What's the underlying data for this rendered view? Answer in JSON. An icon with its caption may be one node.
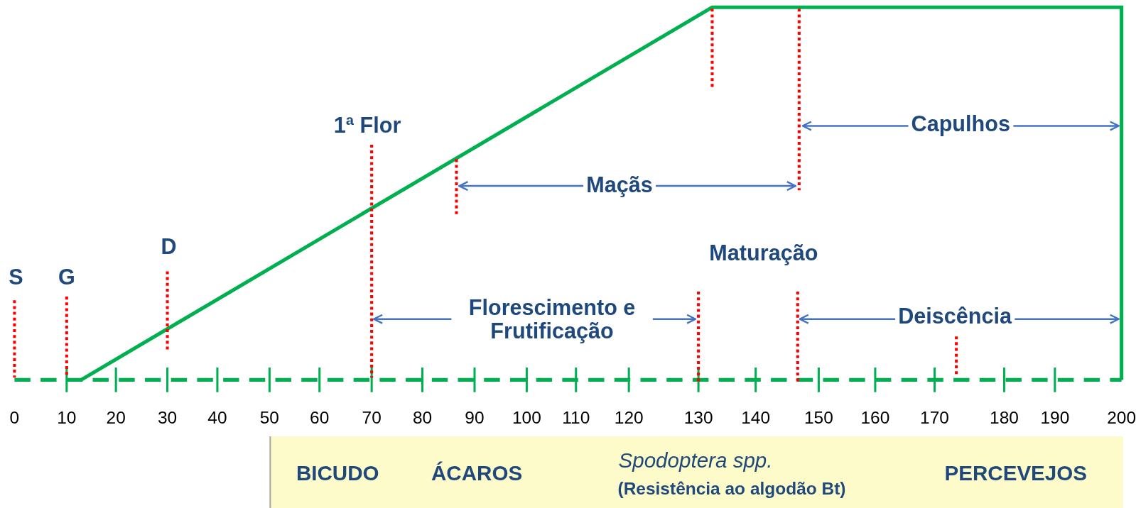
{
  "diagram": {
    "nodes": [
      {
        "text": [
          "BICUDO",
          "ÁCAROS",
          "Spodoptera spp.",
          "(Resistência ao algodão Bt)",
          "PERCEVEJOS"
        ]
      }
    ],
    "labels": [
      "1ª Flor",
      "Capulhos",
      "Maçãs",
      "D",
      "Maturação",
      "S",
      "G",
      "Florescimento e Frutificação",
      "Deiscência",
      "0",
      "10",
      "20",
      "30",
      "40",
      "50",
      "60",
      "70",
      "80",
      "90",
      "100",
      "110",
      "120",
      "130",
      "140",
      "150",
      "160",
      "170",
      "180",
      "190",
      "200"
    ]
  }
}
